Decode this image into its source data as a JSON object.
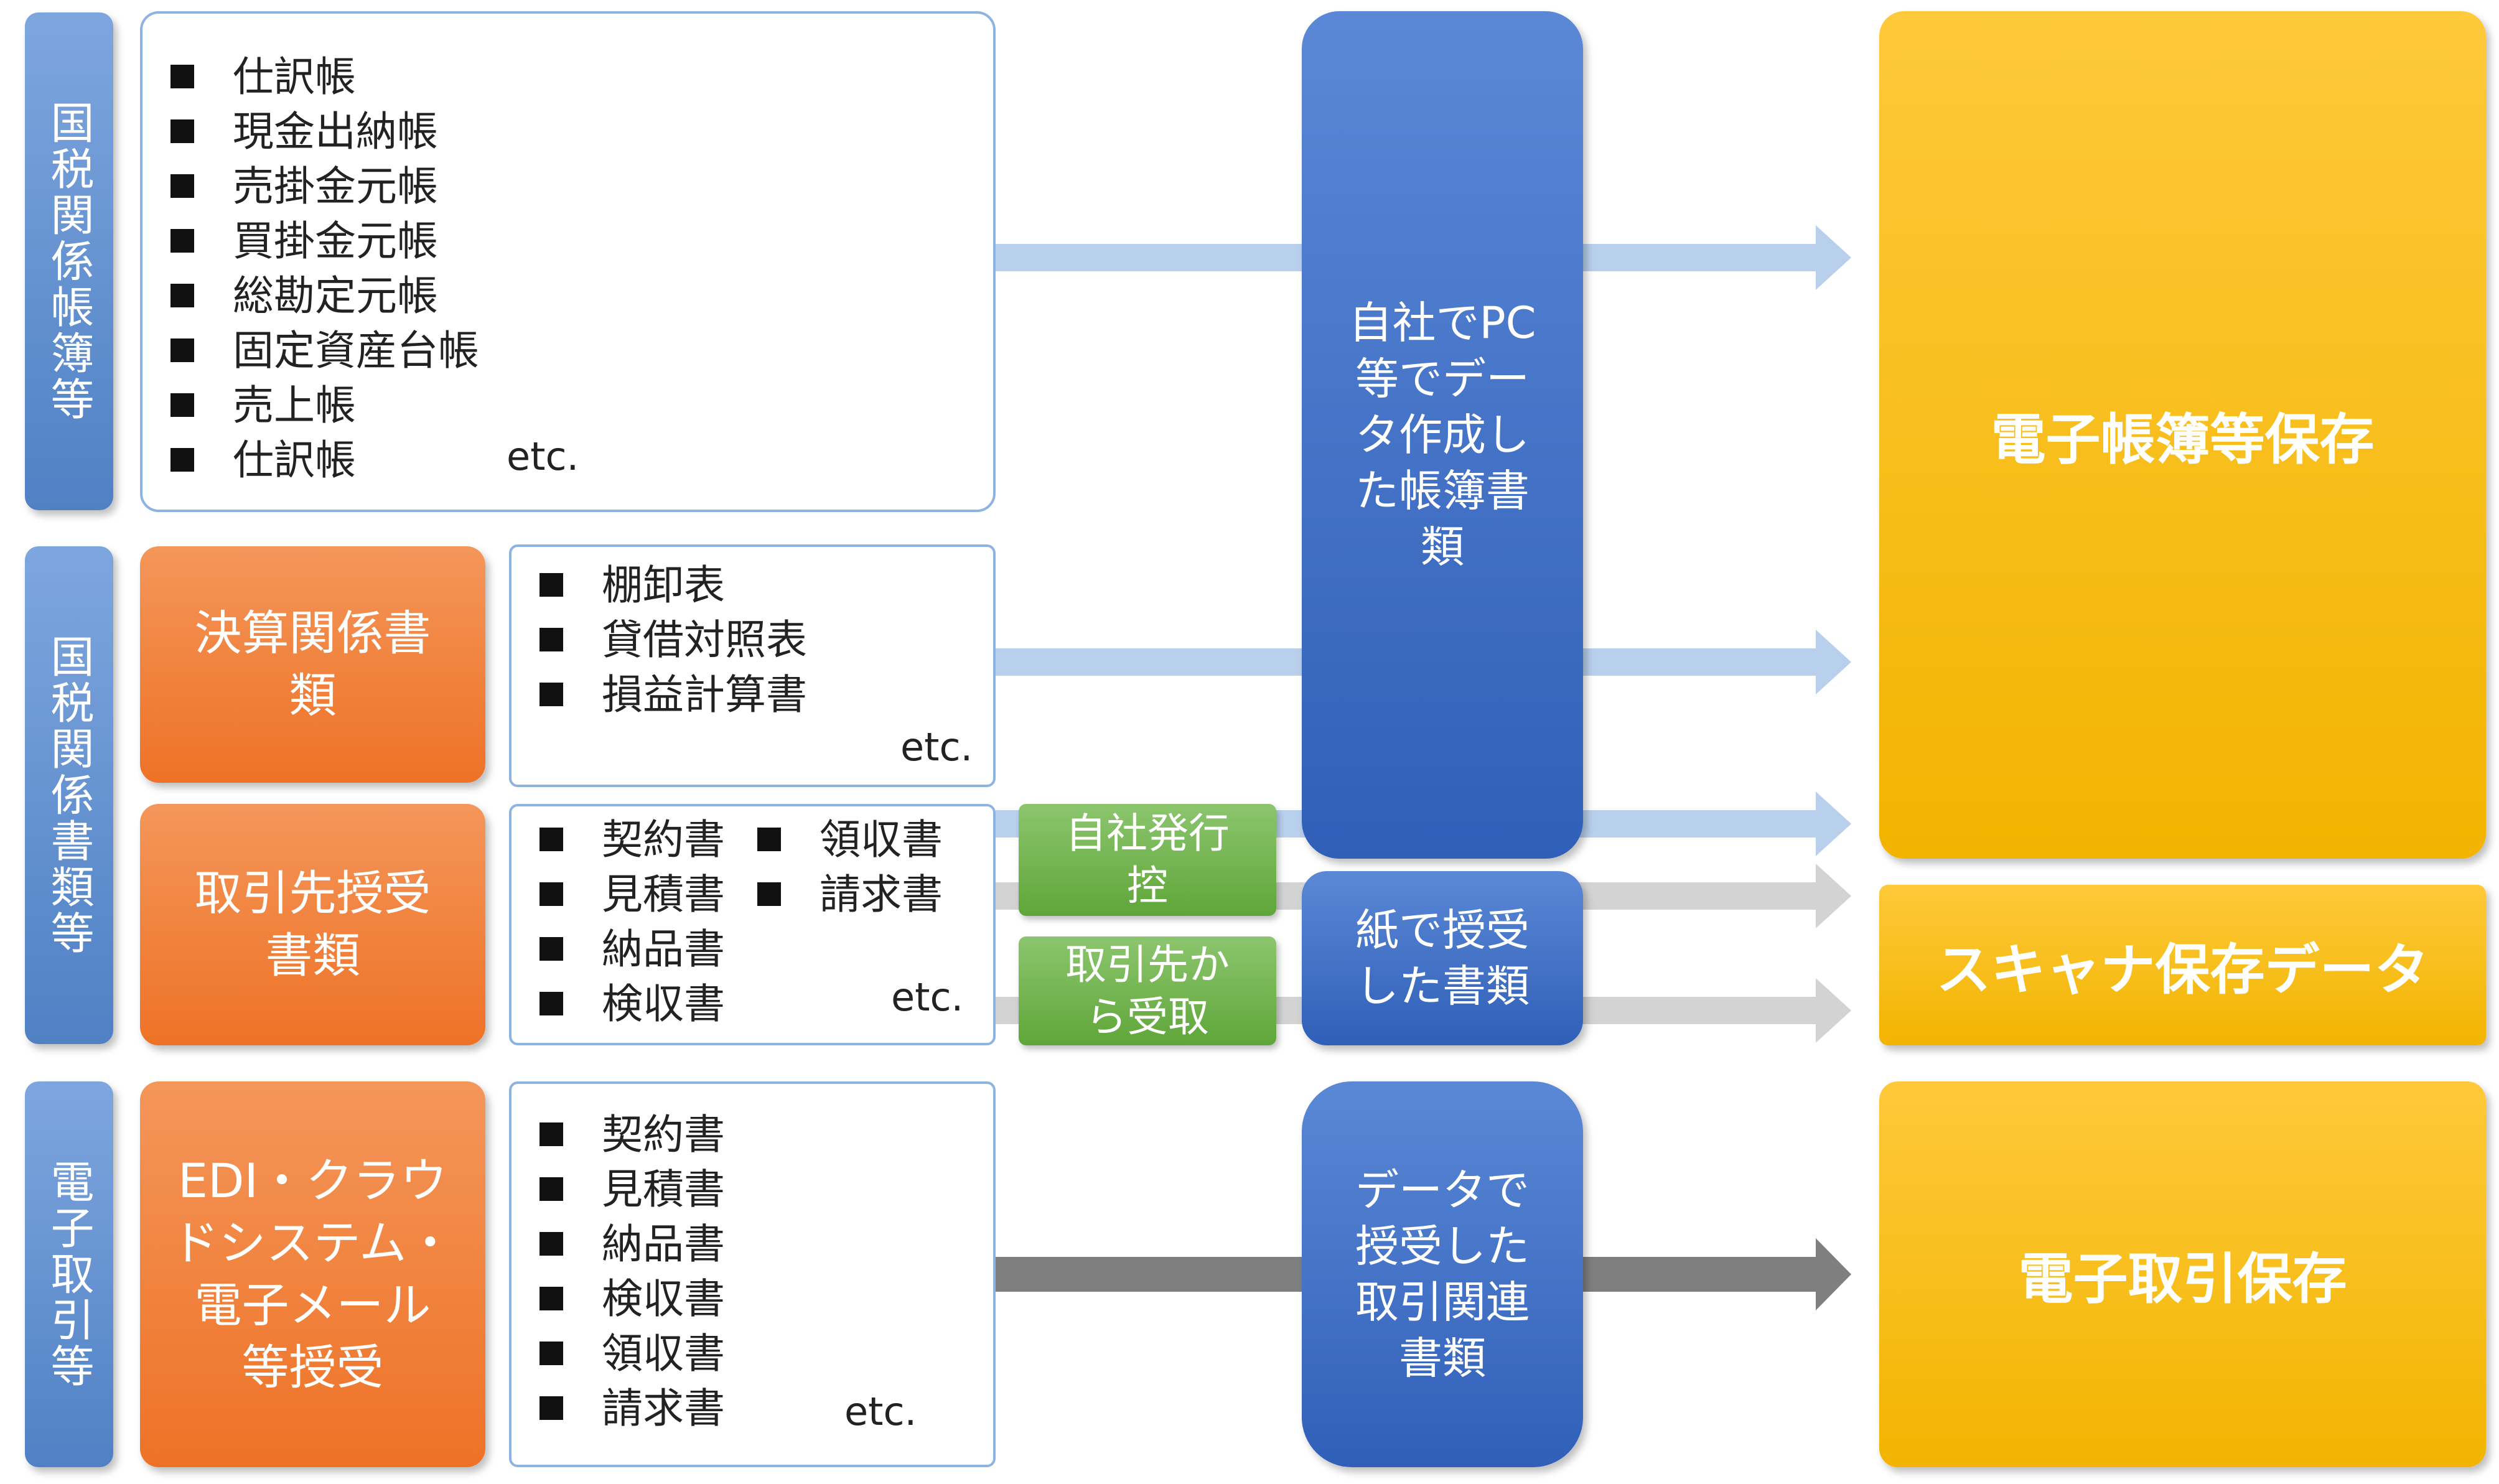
{
  "sections": {
    "ledgers": {
      "label": "国税関係帳簿等",
      "items": [
        "仕訳帳",
        "現金出納帳",
        "売掛金元帳",
        "買掛金元帳",
        "総勘定元帳",
        "固定資産台帳",
        "売上帳",
        "仕訳帳"
      ],
      "etc": "etc."
    },
    "documents": {
      "label": "国税関係書類等",
      "settlement": {
        "title": "決算関係書類",
        "items": [
          "棚卸表",
          "貸借対照表",
          "損益計算書"
        ],
        "etc": "etc."
      },
      "partner": {
        "title": "取引先授受書類",
        "items_col1": [
          "契約書",
          "見積書",
          "納品書",
          "検収書"
        ],
        "items_col2": [
          "領収書",
          "請求書"
        ],
        "etc": "etc."
      }
    },
    "electronic": {
      "label": "電子取引等",
      "title": "EDI・クラウドシステム・電子メール等授受",
      "items": [
        "契約書",
        "見積書",
        "納品書",
        "検収書",
        "領収書",
        "請求書"
      ],
      "etc": "etc."
    }
  },
  "flows": {
    "self_issued": "自社発行控",
    "from_partner": "取引先から受取"
  },
  "processes": {
    "pc_created": "自社でPC等でデータ作成した帳簿書類",
    "paper_received": "紙で授受した書類",
    "data_received": "データで授受した取引関連書類"
  },
  "destinations": {
    "electronic_books": "電子帳簿等保存",
    "scanner": "スキャナ保存データ",
    "electronic_transactions": "電子取引保存"
  },
  "colors": {
    "arrow_light_blue": "#b8d0ec",
    "arrow_gray": "#d3d3d3",
    "arrow_dark_gray": "#7f7f7f"
  }
}
